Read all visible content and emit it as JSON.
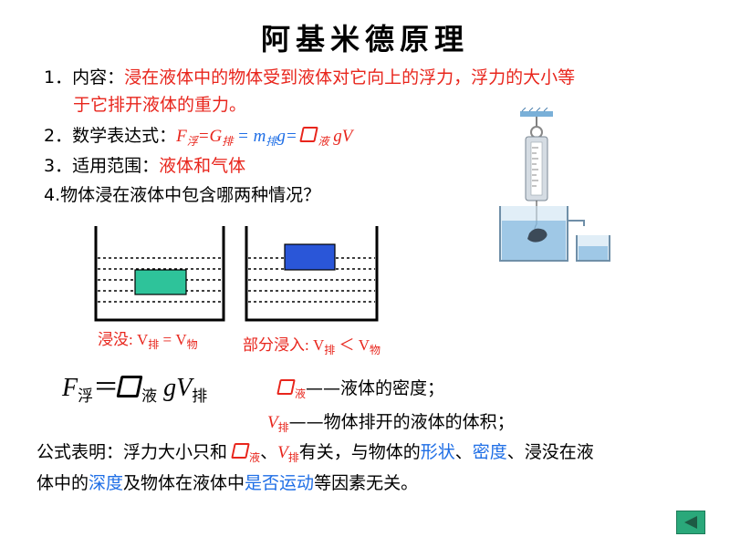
{
  "title": "阿基米德原理",
  "item1": {
    "num": "1．",
    "label": "内容：",
    "text_a": "浸在液体中的物体受到液体对它向上的浮力，浮力的大小等",
    "text_b": "于它排开液体的重力。"
  },
  "item2": {
    "num": "2．",
    "label": "数学表达式：",
    "f": "F",
    "f_sub": "浮",
    "eq1": "=G",
    "g_sub": "排",
    "eq2": " = m",
    "m_sub": "排",
    "eq3": "g= ",
    "rho_sub": "液",
    "tail": " gV"
  },
  "item3": {
    "num": "3．",
    "label": "适用范围：",
    "value": "液体和气体"
  },
  "item4": {
    "text": "4.物体浸在液体中包含哪两种情况？"
  },
  "case1": {
    "prefix": "浸没: V",
    "sub1": "排",
    "mid": " = V",
    "sub2": "物"
  },
  "case2": {
    "prefix": "部分浸入: V",
    "sub1": "排",
    "mid": " ＜ V",
    "sub2": "物"
  },
  "formula": {
    "f": "F",
    "f_sub": "浮",
    "eq": "＝",
    "rho_sub": "液",
    "gv": " gV",
    "v_sub": "排"
  },
  "legend1": {
    "rho_sub": "液",
    "text": "——液体的密度；"
  },
  "legend2": {
    "v": "V",
    "v_sub": "排",
    "text": "——物体排开的液体的体积；"
  },
  "conclusion": {
    "p1": "公式表明：浮力大小只和 ",
    "rho_sub": "液",
    "sep": "、",
    "v": "V",
    "v_sub": "排",
    "p2": "有关，与物体的",
    "k1": "形状",
    "p3": "、",
    "k2": "密度",
    "p4": "、浸没在液",
    "p5": "体中的",
    "k3": "深度",
    "p6": "及物体在液体中",
    "k4": "是否运动",
    "p7": "等因素无关。"
  },
  "colors": {
    "red": "#e8251c",
    "blue": "#1e6ee6",
    "block1": "#2ec39a",
    "block2": "#2a56d8",
    "nav": "#2aa87a"
  },
  "nav": {
    "icon": "triangle-left-icon"
  }
}
